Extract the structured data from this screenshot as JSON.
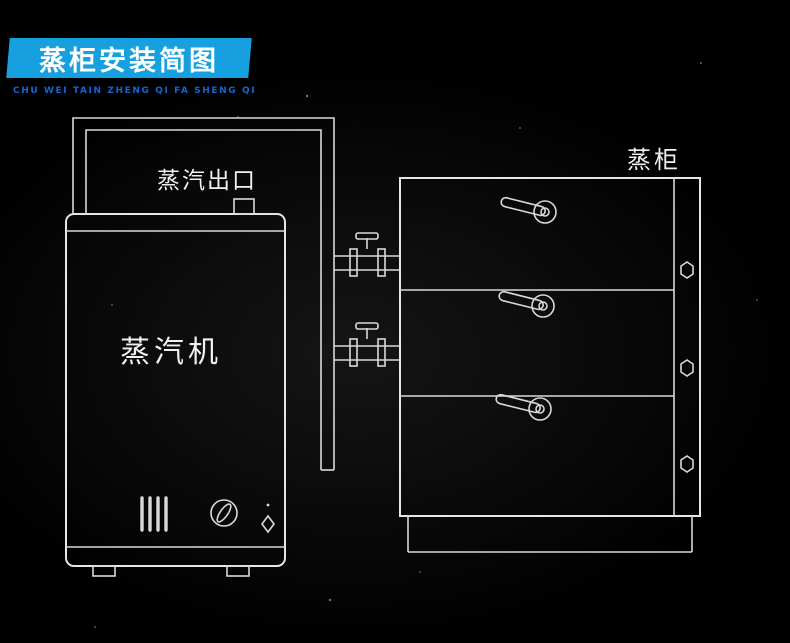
{
  "banner": {
    "title": "蒸柜安装简图",
    "subtitle": "CHU WEI TAIN ZHENG QI FA SHENG QI",
    "accent_color": "#17a0e0",
    "subtitle_color": "#1565cf"
  },
  "diagram": {
    "steamer_label": "蒸汽机",
    "outlet_label": "蒸汽出口",
    "cabinet_label": "蒸柜",
    "line_color": "#d9d9d9",
    "background_color": "#000000"
  }
}
